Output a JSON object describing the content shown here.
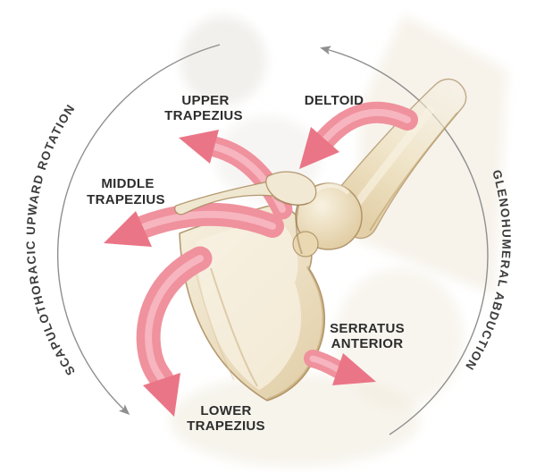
{
  "arc_cycle": {
    "left_label": "SCAPULOTHORACIC UPWARD ROTATION",
    "right_label": "GLENOHUMERAL ABDUCTION"
  },
  "muscle_labels": {
    "upper_trapezius": {
      "line1": "UPPER",
      "line2": "TRAPEZIUS"
    },
    "deltoid": "DELTOID",
    "middle_trapezius": {
      "line1": "MIDDLE",
      "line2": "TRAPEZIUS"
    },
    "serratus_anterior": {
      "line1": "SERRATUS",
      "line2": "ANTERIOR"
    },
    "lower_trapezius": {
      "line1": "LOWER",
      "line2": "TRAPEZIUS"
    }
  },
  "arrows": [
    {
      "name": "deltoid-force-arrow",
      "direction": "curving-down-left-toward-humeral-head"
    },
    {
      "name": "upper-trapezius-force-arrow",
      "direction": "up-left"
    },
    {
      "name": "middle-trapezius-force-arrow",
      "direction": "left"
    },
    {
      "name": "lower-trapezius-force-arrow",
      "direction": "down"
    },
    {
      "name": "serratus-anterior-force-arrow",
      "direction": "right"
    },
    {
      "name": "cycle-arc-left",
      "direction": "counterclockwise-toward-bottom-left"
    },
    {
      "name": "cycle-arc-right",
      "direction": "counterclockwise-toward-top"
    }
  ],
  "colors": {
    "arrow_pink": "#f0919e",
    "arrow_pink_light": "#f8c2c9",
    "arrow_pink_deep": "#ea7586",
    "bone_light": "#f4edda",
    "bone_mid": "#e1cda5",
    "bone_outline": "#a8895c",
    "wash": "#f1ebdd",
    "arc_stroke": "#8f8f8f",
    "curved_text": "#3c3c3c",
    "label_text": "#2d2d2d",
    "background": "#ffffff"
  }
}
